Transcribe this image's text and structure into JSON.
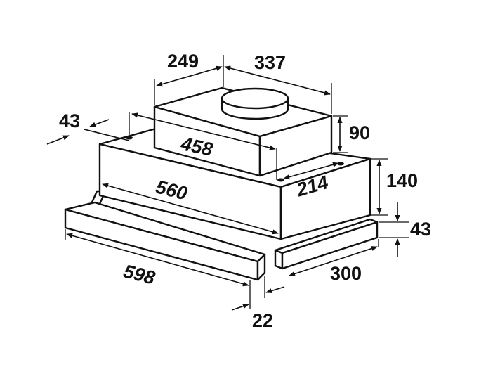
{
  "dimensions": {
    "chimney_depth": "249",
    "chimney_width": "337",
    "side_offset": "43",
    "chimney_height": "90",
    "inner_width": "458",
    "body_height": "140",
    "body_depth_right": "214",
    "body_width": "560",
    "front_height": "43",
    "front_width": "598",
    "base_depth": "300",
    "front_overhang": "22"
  }
}
